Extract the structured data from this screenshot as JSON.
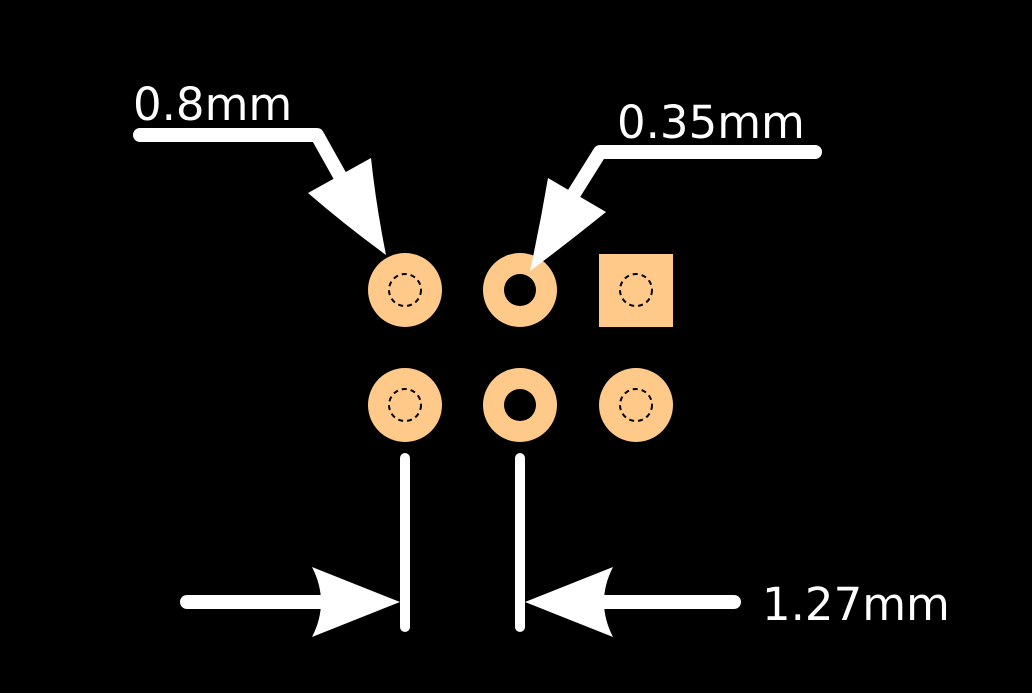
{
  "diagram": {
    "background": "#000000",
    "pad_color": "#FFC98A",
    "line_color": "#FFFFFF",
    "labels": {
      "pad_diameter": "0.8mm",
      "hole_diameter": "0.35mm",
      "pitch": "1.27mm"
    },
    "pads": [
      {
        "id": "pad-r1c1",
        "shape": "circle",
        "hole": "dashed"
      },
      {
        "id": "pad-r1c2",
        "shape": "circle",
        "hole": "open"
      },
      {
        "id": "pad-r1c3",
        "shape": "square",
        "hole": "dashed"
      },
      {
        "id": "pad-r2c1",
        "shape": "circle",
        "hole": "dashed"
      },
      {
        "id": "pad-r2c2",
        "shape": "circle",
        "hole": "open"
      },
      {
        "id": "pad-r2c3",
        "shape": "circle",
        "hole": "dashed"
      }
    ]
  }
}
